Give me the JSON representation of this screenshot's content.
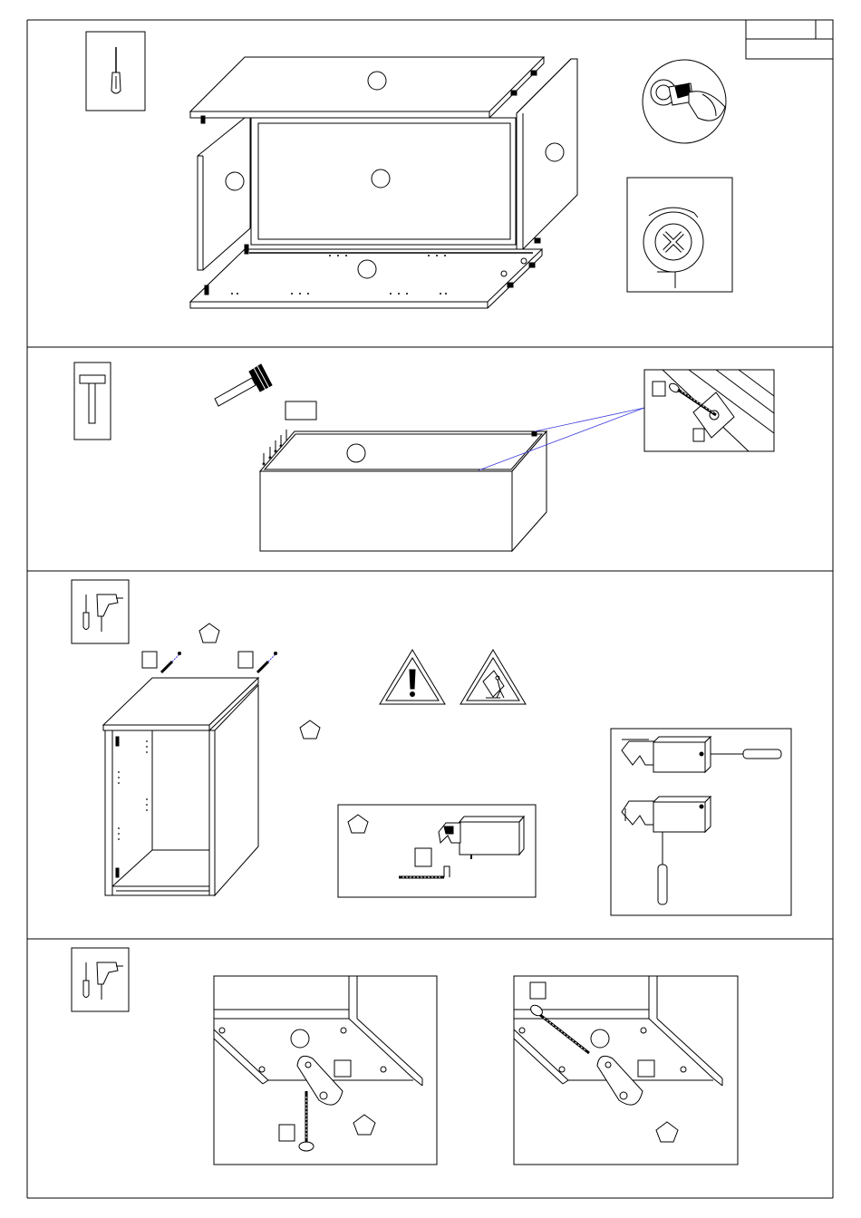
{
  "document": {
    "type": "assembly-instructions",
    "step_count": 4,
    "colors": {
      "line": "#000000",
      "guide_line": "#3a3ae0",
      "background": "#ffffff"
    }
  },
  "steps": [
    {
      "tools": [
        "screwdriver-icon"
      ],
      "parts": [
        "top-panel",
        "back-panel",
        "left-side-panel",
        "right-side-panel",
        "bottom-panel"
      ],
      "details": [
        "cam-lock-insertion-detail",
        "cam-lock-rotation-detail"
      ]
    },
    {
      "tools": [
        "hammer-icon"
      ],
      "parts": [
        "back-panel-nails",
        "cabinet-box"
      ],
      "details": [
        "corner-screw-detail"
      ]
    },
    {
      "tools": [
        "screwdriver-icon",
        "drill-icon"
      ],
      "parts": [
        "cabinet-frame",
        "wall-bracket-hardware"
      ],
      "warnings": [
        "caution-warning-icon",
        "tip-over-warning-icon"
      ],
      "details": [
        "hanger-bracket-detail",
        "bracket-adjustment-detail"
      ]
    },
    {
      "tools": [
        "screwdriver-icon",
        "drill-icon"
      ],
      "details": [
        "wall-plate-screw-detail",
        "wall-plate-fixed-detail"
      ]
    }
  ]
}
